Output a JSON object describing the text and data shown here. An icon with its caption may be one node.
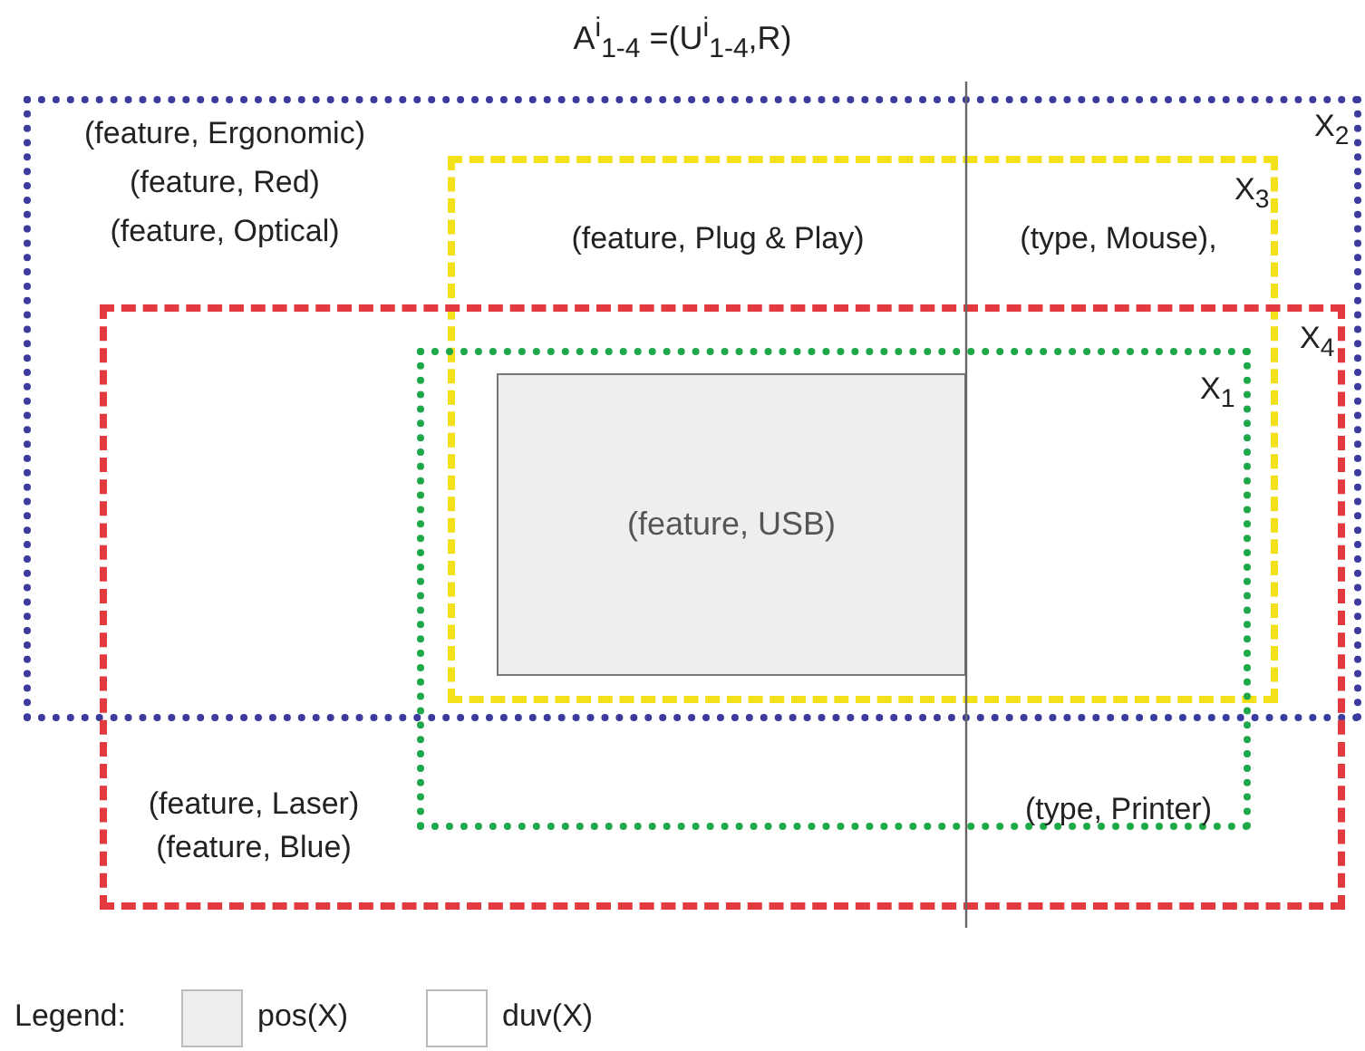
{
  "diagram": {
    "title": "A$^{i}$$_{1-4}$ =(U$^{i}$$_{1-4}$,R)",
    "nodes": [
      {
        "text": [
          "X$_{2}$"
        ]
      },
      {
        "text": [
          "X$_{3}$"
        ],
        "in": 0
      },
      {
        "text": [
          "X$_{4}$"
        ]
      },
      {
        "text": [
          "X$_{1}$"
        ],
        "in": 2
      },
      {
        "text": [
          "(feature, USB)"
        ]
      }
    ],
    "edges": [],
    "labels": [
      "(feature, Ergonomic)",
      "(feature, Red)",
      "(feature, Optical)",
      "(feature, Plug & Play)",
      "(type, Mouse),",
      "(feature, Laser)",
      "(feature, Blue)",
      "(type, Printer)",
      "Legend:"
    ],
    "legend": [
      {
        "text": "pos(X)",
        "color": "#eeeeee"
      },
      {
        "text": "duv(X)",
        "color": "#ffffff"
      }
    ]
  }
}
